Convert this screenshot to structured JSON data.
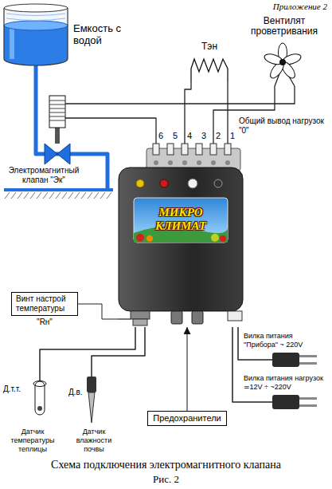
{
  "diagram": {
    "caption": "Схема подключения электромагнитного клапана",
    "nodes": [
      {
        "text": [
          "Емкость с водой"
        ]
      },
      {
        "text": [
          "Вентилят проветривания"
        ]
      },
      {
        "text": [
          "Тэн"
        ]
      },
      {
        "text": [
          "Электромагнитный клапан \"Эк\""
        ]
      },
      {
        "text": [
          "МИКРО КЛИМАТ"
        ]
      },
      {
        "text": [
          "Винт настрой температуры",
          "\"Rн\""
        ]
      },
      {
        "text": [
          "Предохранители"
        ]
      },
      {
        "text": [
          "Д.т.т.",
          "Датчик температуры теплицы"
        ]
      },
      {
        "text": [
          "Д.в.",
          "Датчик влажности почвы"
        ]
      },
      {
        "text": [
          "Вилка питания \"Прибора\" ~ 220V"
        ]
      },
      {
        "text": [
          "Вилка питания нагрузок ≃12V ÷ ~220V"
        ]
      }
    ],
    "edges": [
      {
        "from": 0,
        "to": 3,
        "arrow": "none"
      },
      {
        "from": 4,
        "to": 3,
        "arrow": "none"
      },
      {
        "from": 4,
        "to": 2,
        "arrow": "none"
      },
      {
        "from": 4,
        "to": 1,
        "arrow": "none"
      },
      {
        "from": 5,
        "to": 4,
        "arrow": "none"
      },
      {
        "from": 6,
        "to": 4,
        "arrow": "to"
      },
      {
        "from": 4,
        "to": 7,
        "arrow": "none"
      },
      {
        "from": 4,
        "to": 8,
        "arrow": "none"
      },
      {
        "from": 4,
        "to": 9,
        "arrow": "none"
      },
      {
        "from": 4,
        "to": 10,
        "arrow": "none"
      }
    ],
    "labels": [
      "Приложение 2",
      "6",
      "5",
      "4",
      "3",
      "2",
      "1",
      "Общий вывод нагрузок \"0\"",
      "Рис. 2"
    ]
  }
}
